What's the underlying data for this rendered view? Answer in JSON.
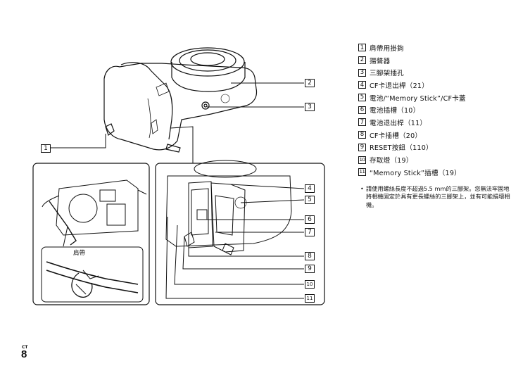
{
  "parts": [
    {
      "num": "1",
      "label": "肩帶用掛鉤"
    },
    {
      "num": "2",
      "label": "揚聲器"
    },
    {
      "num": "3",
      "label": "三腳架插孔"
    },
    {
      "num": "4",
      "label": "CF卡退出桿（21）"
    },
    {
      "num": "5",
      "label": "電池/“Memory Stick”/CF卡蓋"
    },
    {
      "num": "6",
      "label": "電池插槽（10）"
    },
    {
      "num": "7",
      "label": "電池退出桿（11）"
    },
    {
      "num": "8",
      "label": "CF卡插槽（20）"
    },
    {
      "num": "9",
      "label": "RESET按鈕（110）"
    },
    {
      "num": "10",
      "label": "存取燈（19）"
    },
    {
      "num": "11",
      "label": "“Memory Stick”插槽（19）"
    }
  ],
  "note": {
    "bullet": "•",
    "text": "請使用螺絲長度不超過5.5 mm的三腳架。您無法牢固地將相機固定於具有更長螺絲的三腳架上，並有可能損壞相機。"
  },
  "strap_label": "肩帶",
  "page": {
    "code": "CT",
    "number": "8"
  }
}
